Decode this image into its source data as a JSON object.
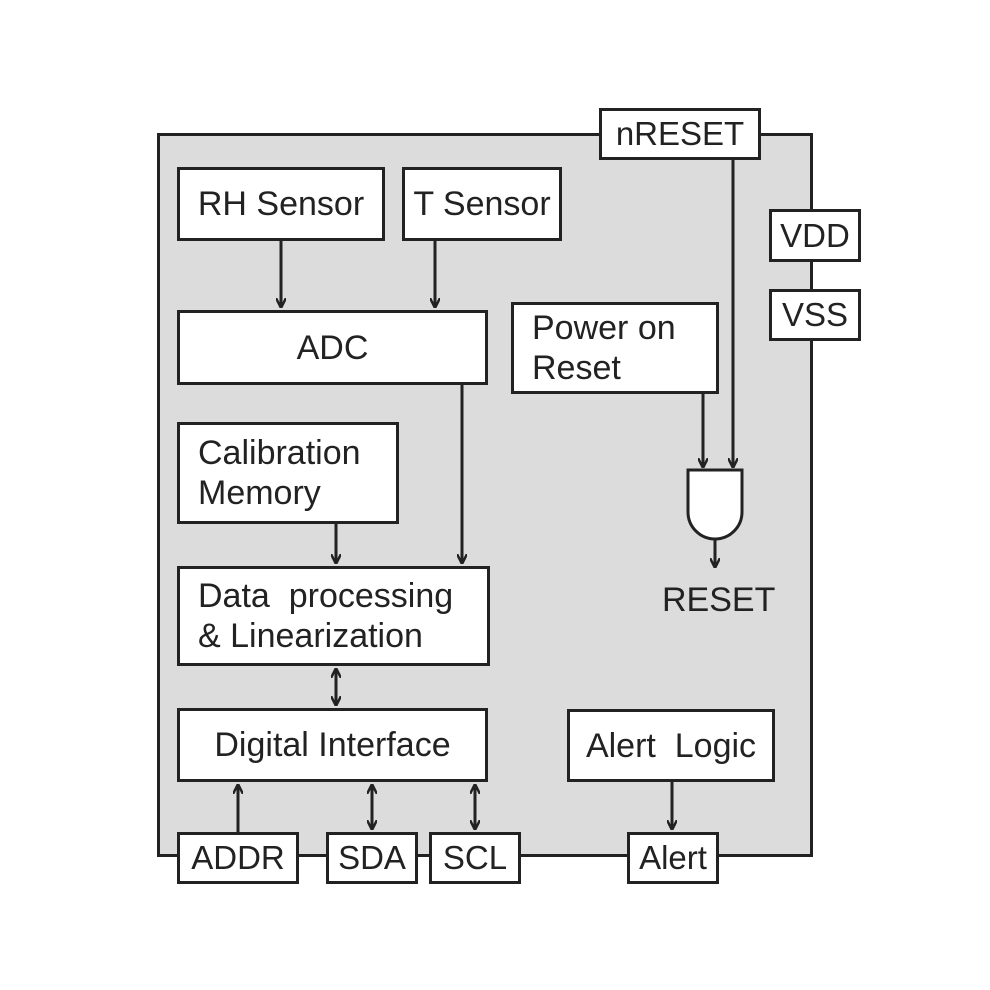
{
  "blocks": {
    "rh_sensor": "RH Sensor",
    "t_sensor": "T Sensor",
    "adc": "ADC",
    "calibration_memory": [
      "Calibration",
      "Memory"
    ],
    "data_processing": [
      "Data  processing",
      "& Linearization"
    ],
    "digital_interface": "Digital Interface",
    "power_on_reset": [
      "Power on",
      "Reset"
    ],
    "alert_logic": "Alert  Logic"
  },
  "pins": {
    "nreset": "nRESET",
    "vdd": "VDD",
    "vss": "VSS",
    "addr": "ADDR",
    "sda": "SDA",
    "scl": "SCL",
    "alert": "Alert"
  },
  "signals": {
    "reset": "RESET"
  }
}
